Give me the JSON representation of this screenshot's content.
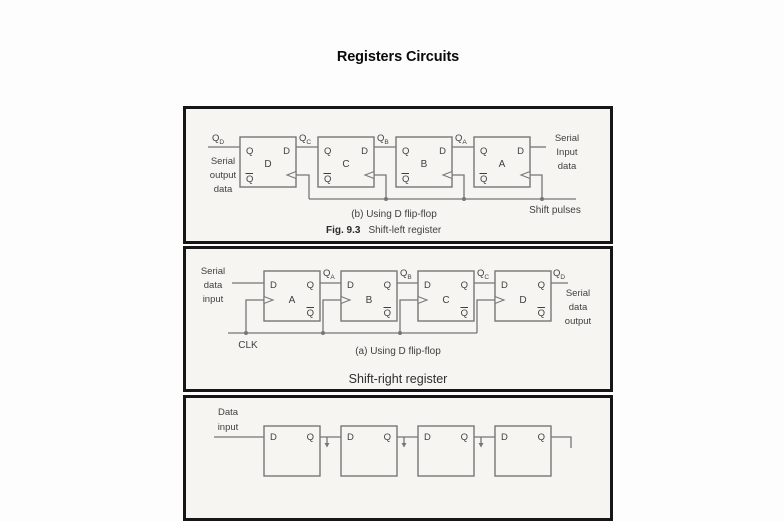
{
  "page": {
    "title": "Registers Circuits"
  },
  "colors": {
    "page_background": "#fdfdfd",
    "panel_background": "#f6f5f2",
    "panel_border": "#161616",
    "diagram_line": "#767676",
    "diagram_text": "#3f3f3f"
  },
  "shift_left_panel": {
    "flipflops": [
      {
        "letter": "D",
        "q": "Q",
        "d": "D",
        "qbar": "Q"
      },
      {
        "letter": "C",
        "q": "Q",
        "d": "D",
        "qbar": "Q"
      },
      {
        "letter": "B",
        "q": "Q",
        "d": "D",
        "qbar": "Q"
      },
      {
        "letter": "A",
        "q": "Q",
        "d": "D",
        "qbar": "Q"
      }
    ],
    "outputs": [
      {
        "main": "Q",
        "sub": "D"
      },
      {
        "main": "Q",
        "sub": "C"
      },
      {
        "main": "Q",
        "sub": "B"
      },
      {
        "main": "Q",
        "sub": "A"
      }
    ],
    "left_label": [
      "Serial",
      "output",
      "data"
    ],
    "right_label": [
      "Serial",
      "Input",
      "data"
    ],
    "shift_pulses": "Shift pulses",
    "caption": "(b) Using D flip-flop",
    "fig_number": "Fig. 9.3",
    "fig_title": "Shift-left register"
  },
  "shift_right_panel": {
    "flipflops": [
      {
        "letter": "A",
        "d": "D",
        "q": "Q",
        "qbar": "Q"
      },
      {
        "letter": "B",
        "d": "D",
        "q": "Q",
        "qbar": "Q"
      },
      {
        "letter": "C",
        "d": "D",
        "q": "Q",
        "qbar": "Q"
      },
      {
        "letter": "D",
        "d": "D",
        "q": "Q",
        "qbar": "Q"
      }
    ],
    "outputs": [
      {
        "main": "Q",
        "sub": "A"
      },
      {
        "main": "Q",
        "sub": "B"
      },
      {
        "main": "Q",
        "sub": "C"
      },
      {
        "main": "Q",
        "sub": "D"
      }
    ],
    "left_label": [
      "Serial",
      "data",
      "input"
    ],
    "right_label": [
      "Serial",
      "data",
      "output"
    ],
    "clk": "CLK",
    "caption": "(a) Using D flip-flop",
    "title": "Shift-right register"
  },
  "third_panel": {
    "left_label": [
      "Data",
      "input"
    ],
    "flipflops": [
      {
        "d": "D",
        "q": "Q"
      },
      {
        "d": "D",
        "q": "Q"
      },
      {
        "d": "D",
        "q": "Q"
      },
      {
        "d": "D",
        "q": "Q"
      }
    ]
  }
}
